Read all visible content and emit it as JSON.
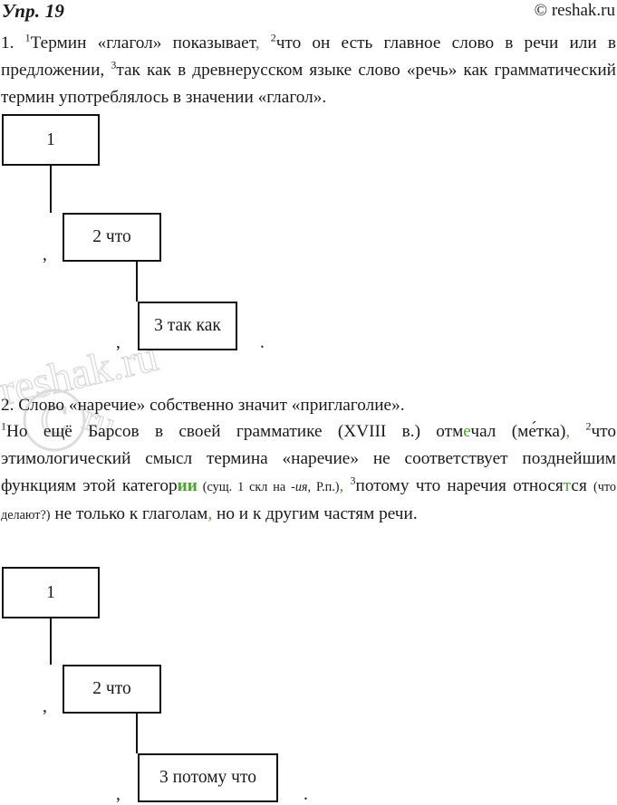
{
  "header": {
    "title": "Упр. 19",
    "copyright": "© reshak.ru"
  },
  "watermark": {
    "text": "reshak.ru",
    "symbol": "©"
  },
  "colors": {
    "accent_green": "#4ba62c",
    "text": "#1a1a1a",
    "box_border": "#111111",
    "background": "#ffffff"
  },
  "exercise": {
    "item1": {
      "number": "1.",
      "sup1": "1",
      "seg1": "Термин «глагол» показывает",
      "comma1": ",",
      "sup2": "2",
      "seg2": "что он есть главное слово в речи или в предложении, ",
      "sup3": "3",
      "seg3": "так как в древнерусском языке слово «речь» как грамматический термин употреблялось в значении «глагол»."
    },
    "item2": {
      "number": "2.",
      "intro": "Слово «наречие» собственно значит «приглаголие».",
      "sup1": "1",
      "seg1": "Но ещё Барсов в своей грамматике (XVIII в.) отм",
      "green1": "е",
      "seg2": "чал (ме́тка)",
      "comma1": ",",
      "sup2": "2",
      "seg3": "что этимологический смысл термина «наречие» не соответствует позднейшим функциям этой категор",
      "green2": "ии",
      "note1": " (сущ. 1 скл на -",
      "note1_italic": "ия",
      "note1_end": ", Р.п.)",
      "comma2": ",",
      "sup3": "3",
      "seg4": "потому что наречия относя",
      "green3": "т",
      "seg5": "ся ",
      "note2": "(что делают?)",
      "seg6": " не только к глаголам",
      "comma3": ",",
      "seg7": " но и к другим частям речи."
    }
  },
  "diagrams": [
    {
      "id": "diagram-1",
      "nodes": [
        {
          "label": "1"
        },
        {
          "label": "2 что"
        },
        {
          "label": "3 так как"
        }
      ],
      "marks": [
        ",",
        ",",
        "."
      ]
    },
    {
      "id": "diagram-2",
      "nodes": [
        {
          "label": "1"
        },
        {
          "label": "2 что"
        },
        {
          "label": "3 потому что"
        }
      ],
      "marks": [
        ",",
        ",",
        "."
      ]
    }
  ]
}
